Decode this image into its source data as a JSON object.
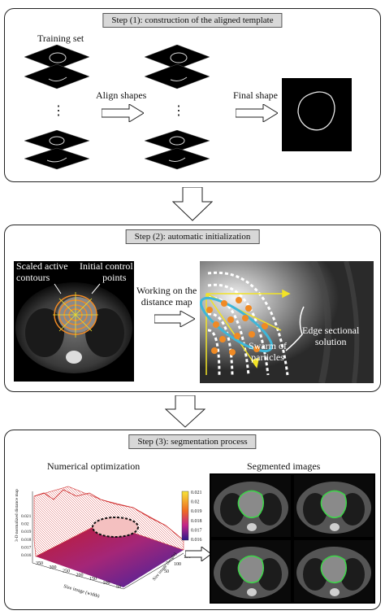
{
  "steps": {
    "step1": {
      "title": "Step (1): construction of the aligned template",
      "training_set": "Training set",
      "align_shapes": "Align shapes",
      "final_shape": "Final shape",
      "dots": "⋮"
    },
    "step2": {
      "title": "Step (2): automatic initialization",
      "scaled_active": "Scaled active",
      "contours": "contours",
      "initial_control": "Initial control",
      "points": "points",
      "working_on": "Working on the",
      "distance_map": "distance map",
      "swarm_of": "Swarm of",
      "particles": "particles",
      "edge_sectional": "Edge sectional",
      "solution": "solution"
    },
    "step3": {
      "title": "Step (3): segmentation process",
      "numerical_optimization": "Numerical optimization",
      "segmented_images": "Segmented images",
      "zlabel": "3-D normalized distance map",
      "xlabel": "Size image (width)",
      "ylabel": "Size image (height)",
      "x_ticks": [
        "350",
        "300",
        "250",
        "200",
        "150",
        "100",
        "50"
      ],
      "y_ticks": [
        "50",
        "100",
        "150"
      ],
      "z_ticks": [
        "0.021",
        "0.02",
        "0.019",
        "0.018",
        "0.017",
        "0.016"
      ],
      "colorbar_ticks": [
        "0.021",
        "0.02",
        "0.019",
        "0.018",
        "0.017",
        "0.016"
      ]
    }
  },
  "colors": {
    "title_bg": "#d8d8d8",
    "orange": "#f08a24",
    "yellow": "#f2e326",
    "cyan": "#3fb6d8",
    "green": "#3fd24a"
  },
  "icons": [
    "right-arrow-icon",
    "down-arrow-icon"
  ]
}
